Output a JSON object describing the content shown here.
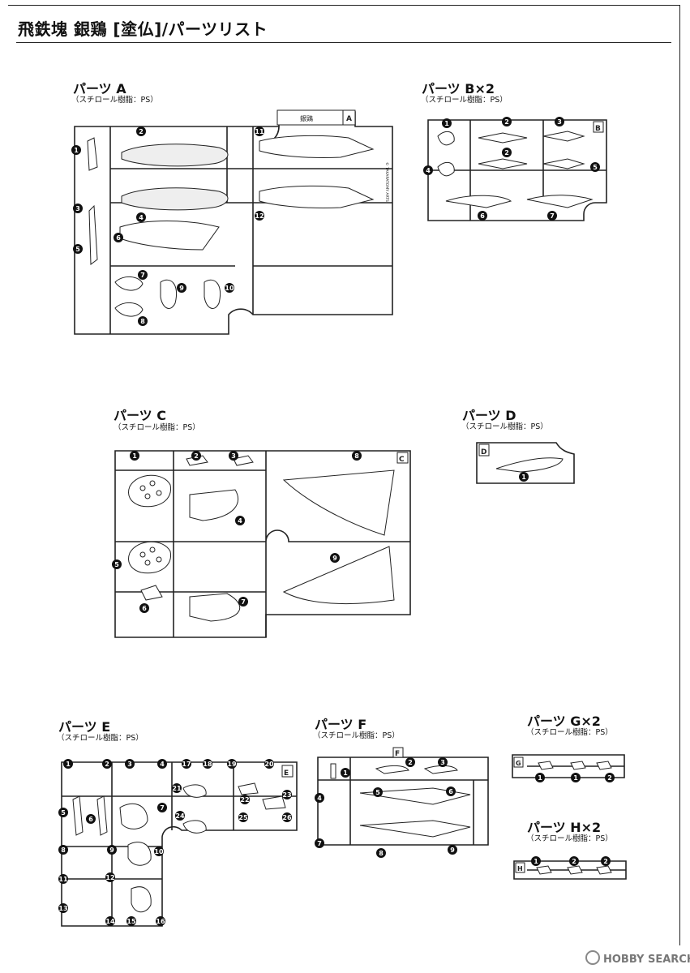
{
  "page_title": "飛鉄塊 銀鶏 [塗仏]/パーツリスト",
  "sections": {
    "A": {
      "title": "パーツ A",
      "material": "（スチロール樹脂：PS）",
      "tag": "A",
      "name_tab": "銀鶏",
      "side_text": "© TAKARATOMY ARTS",
      "numbers": [
        "1",
        "2",
        "3",
        "4",
        "5",
        "6",
        "7",
        "8",
        "9",
        "10",
        "11",
        "12"
      ]
    },
    "B": {
      "title": "パーツ B×2",
      "material": "（スチロール樹脂：PS）",
      "tag": "B",
      "numbers": [
        "1",
        "2",
        "3",
        "4",
        "2",
        "5",
        "6",
        "7"
      ]
    },
    "C": {
      "title": "パーツ C",
      "material": "（スチロール樹脂：PS）",
      "tag": "C",
      "numbers": [
        "1",
        "2",
        "3",
        "8",
        "4",
        "5",
        "9",
        "6",
        "7"
      ]
    },
    "D": {
      "title": "パーツ D",
      "material": "（スチロール樹脂：PS）",
      "tag": "D",
      "numbers": [
        "1"
      ]
    },
    "E": {
      "title": "パーツ E",
      "material": "（スチロール樹脂：PS）",
      "tag": "E",
      "numbers": [
        "1",
        "2",
        "3",
        "4",
        "17",
        "18",
        "19",
        "20",
        "21",
        "22",
        "23",
        "5",
        "6",
        "7",
        "24",
        "25",
        "26",
        "8",
        "9",
        "10",
        "11",
        "12",
        "13",
        "14",
        "15",
        "16"
      ]
    },
    "F": {
      "title": "パーツ F",
      "material": "（スチロール樹脂：PS）",
      "tag": "F",
      "numbers": [
        "1",
        "2",
        "3",
        "4",
        "5",
        "6",
        "7",
        "8",
        "9"
      ]
    },
    "G": {
      "title": "パーツ G×2",
      "material": "（スチロール樹脂：PS）",
      "tag": "G",
      "numbers": [
        "1",
        "1",
        "2"
      ]
    },
    "H": {
      "title": "パーツ H×2",
      "material": "（スチロール樹脂：PS）",
      "tag": "H",
      "numbers": [
        "1",
        "2",
        "2"
      ]
    }
  },
  "watermark": "HOBBY SEARCH",
  "icons": {
    "badge": "numbered-circle-icon",
    "watermark_logo": "hobby-search-logo-icon"
  }
}
